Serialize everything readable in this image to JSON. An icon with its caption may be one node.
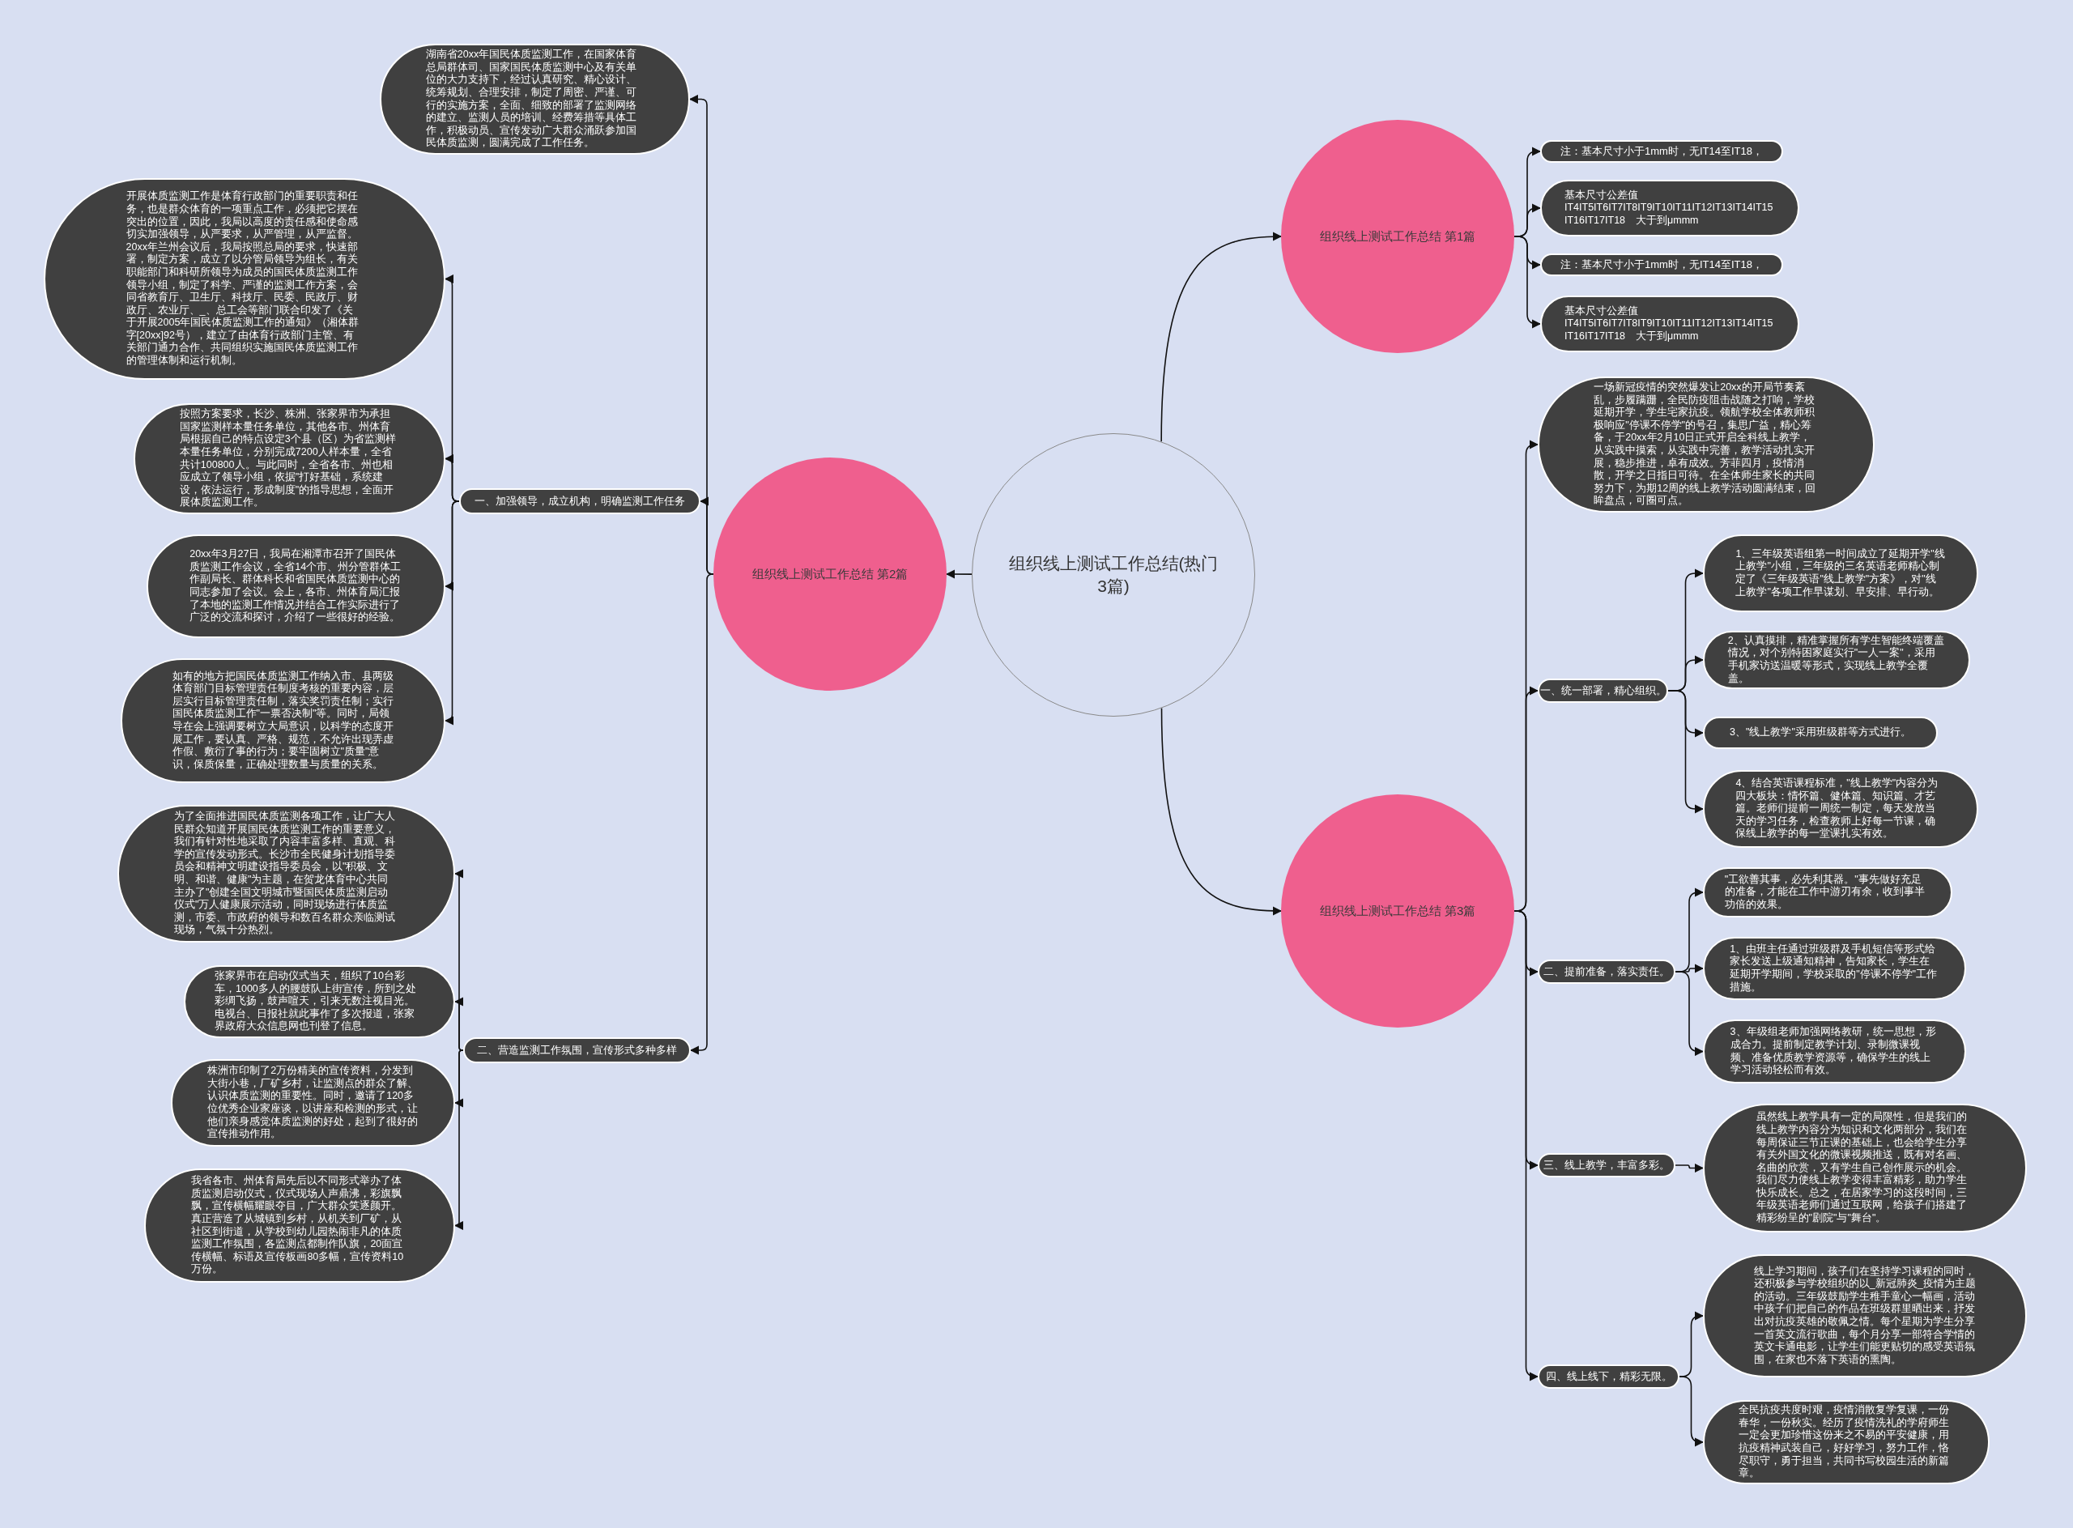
{
  "diagram": {
    "nodes": [
      {
        "text": [
          "组织线上测试工作总结(热门3篇)"
        ]
      },
      {
        "text": [
          "组织线上测试工作总结 第1篇"
        ]
      },
      {
        "text": [
          "注：基本尺寸小于1mm时，无IT14至IT18，"
        ]
      },
      {
        "text": [
          "基本尺寸公差值　IT4IT5IT6IT7IT8IT9IT10IT11IT12IT13IT14IT15IT16IT17IT18　大于到μmmm"
        ]
      },
      {
        "text": [
          "注：基本尺寸小于1mm时，无IT14至IT18，"
        ]
      },
      {
        "text": [
          "基本尺寸公差值　IT4IT5IT6IT7IT8IT9IT10IT11IT12IT13IT14IT15IT16IT17IT18　大于到μmmm"
        ]
      },
      {
        "text": [
          "组织线上测试工作总结 第2篇"
        ]
      },
      {
        "text": [
          "湖南省20xx年国民体质监测工作，在国家体育总局群体司、国家国民体质监测中心及有关单位的大力支持下，经过认真研究、精心设计、统筹规划、合理安排，制定了周密、严谨、可行的实施方案，全面、细致的部署了监测网络的建立、监测人员的培训、经费筹措等具体工作，积极动员、宣传发动广大群众涌跃参加国民体质监测，圆满完成了工作任务。"
        ]
      },
      {
        "text": [
          "一、加强领导，成立机构，明确监测工作任务"
        ]
      },
      {
        "text": [
          "开展体质监测工作是体育行政部门的重要职责和任务，也是群众体育的一项重点工作，必须把它摆在突出的位置，因此，我局以高度的责任感和使命感切实加强领导，从严要求，从严管理，从严监督。20xx年兰州会议后，我局按照总局的要求，快速部署，制定方案，成立了以分管局领导为组长，有关职能部门和科研所领导为成员的国民体质监测工作领导小组，制定了科学、严谨的监测工作方案，会同省教育厅、卫生厅、科技厅、民委、民政厅、财政厅、农业厅、_、总工会等部门联合印发了《关于开展2005年国民体质监测工作的通知》（湘体群字[20xx]92号），建立了由体育行政部门主管、有关部门通力合作、共同组织实施国民体质监测工作的管理体制和运行机制。"
        ]
      },
      {
        "text": [
          "按照方案要求，长沙、株洲、张家界市为承担国家监测样本量任务单位，其他各市、州体育局根据自己的特点设定3个县（区）为省监测样本量任务单位，分别完成7200人样本量，全省共计100800人。与此同时，全省各市、州也相应成立了领导小组，依据\"打好基础，系统建设，依法运行，形成制度\"的指导思想，全面开展体质监测工作。"
        ]
      },
      {
        "text": [
          "20xx年3月27日，我局在湘潭市召开了国民体质监测工作会议，全省14个市、州分管群体工作副局长、群体科长和省国民体质监测中心的同志参加了会议。会上，各市、州体育局汇报了本地的监测工作情况并结合工作实际进行了广泛的交流和探讨，介绍了一些很好的经验。"
        ]
      },
      {
        "text": [
          "如有的地方把国民体质监测工作纳入市、县两级体育部门目标管理责任制度考核的重要内容，层层实行目标管理责任制，落实奖罚责任制；实行国民体质监测工作\"一票否决制\"等。同时，局领导在会上强调要树立大局意识，以科学的态度开展工作，要认真、严格、规范，不允许出现弄虚作假、敷衍了事的行为；要牢固树立\"质量\"意识，保质保量，正确处理数量与质量的关系。"
        ]
      },
      {
        "text": [
          "二、营造监测工作氛围，宣传形式多种多样"
        ]
      },
      {
        "text": [
          "为了全面推进国民体质监测各项工作，让广大人民群众知道开展国民体质监测工作的重要意义，我们有针对性地采取了内容丰富多样、直观、科学的宣传发动形式。长沙市全民健身计划指导委员会和精神文明建设指导委员会，以\"积极、文明、和谐、健康\"为主题，在贺龙体育中心共同主办了\"创建全国文明城市暨国民体质监测启动仪式\"万人健康展示活动，同时现场进行体质监测，市委、市政府的领导和数百名群众亲临测试现场，气氛十分热烈。"
        ]
      },
      {
        "text": [
          "张家界市在启动仪式当天，组织了10台彩车，1000多人的腰鼓队上街宣传，所到之处彩绸飞扬，鼓声喧天，引来无数注视目光。电视台、日报社就此事作了多次报道，张家界政府大众信息网也刊登了信息。"
        ]
      },
      {
        "text": [
          "株洲市印制了2万份精美的宣传资料，分发到大街小巷，厂矿乡村，让监测点的群众了解、认识体质监测的重要性。同时，邀请了120多位优秀企业家座谈，以讲座和检测的形式，让他们亲身感觉体质监测的好处，起到了很好的宣传推动作用。"
        ]
      },
      {
        "text": [
          "我省各市、州体育局先后以不同形式举办了体质监测启动仪式，仪式现场人声鼎沸，彩旗飘飘，宣传横幅耀眼夺目，广大群众笑逐颜开。真正营造了从城镇到乡村，从机关到厂矿，从社区到街道，从学校到幼儿园热闹非凡的体质监测工作氛围，各监测点都制作队旗，20面宣传横幅、标语及宣传板画80多幅，宣传资料10万份。"
        ]
      },
      {
        "text": [
          "组织线上测试工作总结 第3篇"
        ]
      },
      {
        "text": [
          "一场新冠疫情的突然爆发让20xx的开局节奏紊乱，步履蹒跚，全民防疫阻击战随之打响，学校延期开学，学生宅家抗疫。领航学校全体教师积极响应\"停课不停学\"的号召，集思广益，精心筹备，于20xx年2月10日正式开启全科线上教学，从实践中摸索，从实践中完善，教学活动扎实开展，稳步推进，卓有成效。芳菲四月，疫情消散，开学之日指日可待。在全体师生家长的共同努力下，为期12周的线上教学活动圆满结束，回眸盘点，可圈可点。"
        ]
      },
      {
        "text": [
          "一、统一部署，精心组织。"
        ]
      },
      {
        "text": [
          "1、三年级英语组第一时间成立了延期开学\"线上教学\"小组，三年级的三名英语老师精心制定了《三年级英语\"线上教学\"方案》，对\"线上教学\"各项工作早谋划、早安排、早行动。"
        ]
      },
      {
        "text": [
          "2、认真摸排，精准掌握所有学生智能终端覆盖情况，对个别特困家庭实行\"一人一案\"，采用手机家访送温暖等形式，实现线上教学全覆盖。"
        ]
      },
      {
        "text": [
          "3、\"线上教学\"采用班级群等方式进行。"
        ]
      },
      {
        "text": [
          "4、结合英语课程标准，\"线上教学\"内容分为四大板块：情怀篇、健体篇、知识篇、才艺篇。老师们提前一周统一制定，每天发放当天的学习任务，检查教师上好每一节课，确保线上教学的每一堂课扎实有效。"
        ]
      },
      {
        "text": [
          "二、提前准备，落实责任。"
        ]
      },
      {
        "text": [
          "\"工欲善其事，必先利其器。\"事先做好充足的准备，才能在工作中游刃有余，收到事半功倍的效果。"
        ]
      },
      {
        "text": [
          "1、由班主任通过班级群及手机短信等形式给家长发送上级通知精神，告知家长，学生在延期开学期间，学校采取的\"停课不停学\"工作措施。"
        ]
      },
      {
        "text": [
          "3、年级组老师加强网络教研，统一思想，形成合力。提前制定教学计划、录制微课视频、准备优质教学资源等，确保学生的线上学习活动轻松而有效。"
        ]
      },
      {
        "text": [
          "三、线上教学，丰富多彩。"
        ]
      },
      {
        "text": [
          "虽然线上教学具有一定的局限性，但是我们的线上教学内容分为知识和文化两部分，我们在每周保证三节正课的基础上，也会给学生分享有关外国文化的微课视频推送，既有对名画、名曲的欣赏，又有学生自己创作展示的机会。我们尽力使线上教学变得丰富精彩，助力学生快乐成长。总之，在居家学习的这段时间，三年级英语老师们通过互联网，给孩子们搭建了精彩纷呈的\"剧院\"与\"舞台\"。"
        ]
      },
      {
        "text": [
          "四、线上线下，精彩无限。"
        ]
      },
      {
        "text": [
          "线上学习期间，孩子们在坚持学习课程的同时，还积极参与学校组织的以_新冠肺炎_疫情为主题的活动。三年级鼓励学生稚手童心一幅画，活动中孩子们把自己的作品在班级群里晒出来，抒发出对抗疫英雄的敬佩之情。每个星期为学生分享一首英文流行歌曲，每个月分享一部符合学情的英文卡通电影，让学生们能更贴切的感受英语氛围，在家也不落下英语的熏陶。"
        ]
      },
      {
        "text": [
          "全民抗疫共度时艰，疫情消散复学复课，一份春华，一份秋实。经历了疫情洗礼的学府师生一定会更加珍惜这份来之不易的平安健康，用抗疫精神武装自己，好好学习，努力工作，恪尽职守，勇于担当，共同书写校园生活的新篇章。"
        ]
      }
    ],
    "edges": [
      {
        "from": 0,
        "to": 1,
        "arrow": "to"
      },
      {
        "from": 0,
        "to": 6,
        "arrow": "to"
      },
      {
        "from": 0,
        "to": 18,
        "arrow": "to"
      },
      {
        "from": 1,
        "to": 2,
        "arrow": "to"
      },
      {
        "from": 1,
        "to": 3,
        "arrow": "to"
      },
      {
        "from": 1,
        "to": 4,
        "arrow": "to"
      },
      {
        "from": 1,
        "to": 5,
        "arrow": "to"
      },
      {
        "from": 6,
        "to": 8,
        "arrow": "to"
      },
      {
        "from": 6,
        "to": 13,
        "arrow": "to"
      },
      {
        "from": 6,
        "to": 7,
        "arrow": "to"
      },
      {
        "from": 8,
        "to": 9,
        "arrow": "to"
      },
      {
        "from": 8,
        "to": 10,
        "arrow": "to"
      },
      {
        "from": 8,
        "to": 11,
        "arrow": "to"
      },
      {
        "from": 8,
        "to": 12,
        "arrow": "to"
      },
      {
        "from": 13,
        "to": 14,
        "arrow": "to"
      },
      {
        "from": 13,
        "to": 15,
        "arrow": "to"
      },
      {
        "from": 13,
        "to": 16,
        "arrow": "to"
      },
      {
        "from": 13,
        "to": 17,
        "arrow": "to"
      },
      {
        "from": 18,
        "to": 19,
        "arrow": "to"
      },
      {
        "from": 18,
        "to": 20,
        "arrow": "to"
      },
      {
        "from": 18,
        "to": 25,
        "arrow": "to"
      },
      {
        "from": 18,
        "to": 29,
        "arrow": "to"
      },
      {
        "from": 18,
        "to": 31,
        "arrow": "to"
      },
      {
        "from": 20,
        "to": 21,
        "arrow": "to"
      },
      {
        "from": 20,
        "to": 22,
        "arrow": "to"
      },
      {
        "from": 20,
        "to": 23,
        "arrow": "to"
      },
      {
        "from": 20,
        "to": 24,
        "arrow": "to"
      },
      {
        "from": 25,
        "to": 26,
        "arrow": "to"
      },
      {
        "from": 25,
        "to": 27,
        "arrow": "to"
      },
      {
        "from": 25,
        "to": 28,
        "arrow": "to"
      },
      {
        "from": 29,
        "to": 30,
        "arrow": "to"
      },
      {
        "from": 31,
        "to": 32,
        "arrow": "to"
      },
      {
        "from": 31,
        "to": 33,
        "arrow": "to"
      }
    ]
  }
}
